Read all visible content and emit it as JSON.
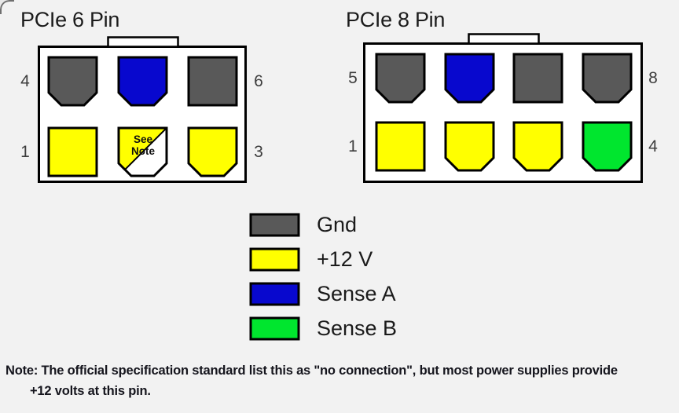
{
  "page": {
    "background": "#f2f2f2"
  },
  "colors": {
    "outline": "#000000",
    "connector_body": "#ffffff",
    "gnd": "#595959",
    "plus_12v": "#ffff00",
    "sense_a": "#0808ce",
    "sense_b": "#00e62e",
    "no_connection_white": "#ffffff"
  },
  "connector_6pin": {
    "title": "PCIe 6 Pin",
    "pin_labels": {
      "top_left": "4",
      "top_right": "6",
      "bottom_left": "1",
      "bottom_right": "3"
    },
    "see_note": {
      "line1": "See",
      "line2": "Note"
    }
  },
  "connector_8pin": {
    "title": "PCIe 8 Pin",
    "pin_labels": {
      "top_left": "5",
      "top_right": "8",
      "bottom_left": "1",
      "bottom_right": "4"
    }
  },
  "legend": {
    "items": [
      {
        "label": "Gnd",
        "color": "#595959"
      },
      {
        "label": "+12 V",
        "color": "#ffff00"
      },
      {
        "label": "Sense A",
        "color": "#0808ce"
      },
      {
        "label": "Sense B",
        "color": "#00e62e"
      }
    ]
  },
  "note": {
    "line1": "Note: The official specification standard list this as \"no connection\", but most power supplies provide",
    "line2": "+12 volts at this pin."
  }
}
